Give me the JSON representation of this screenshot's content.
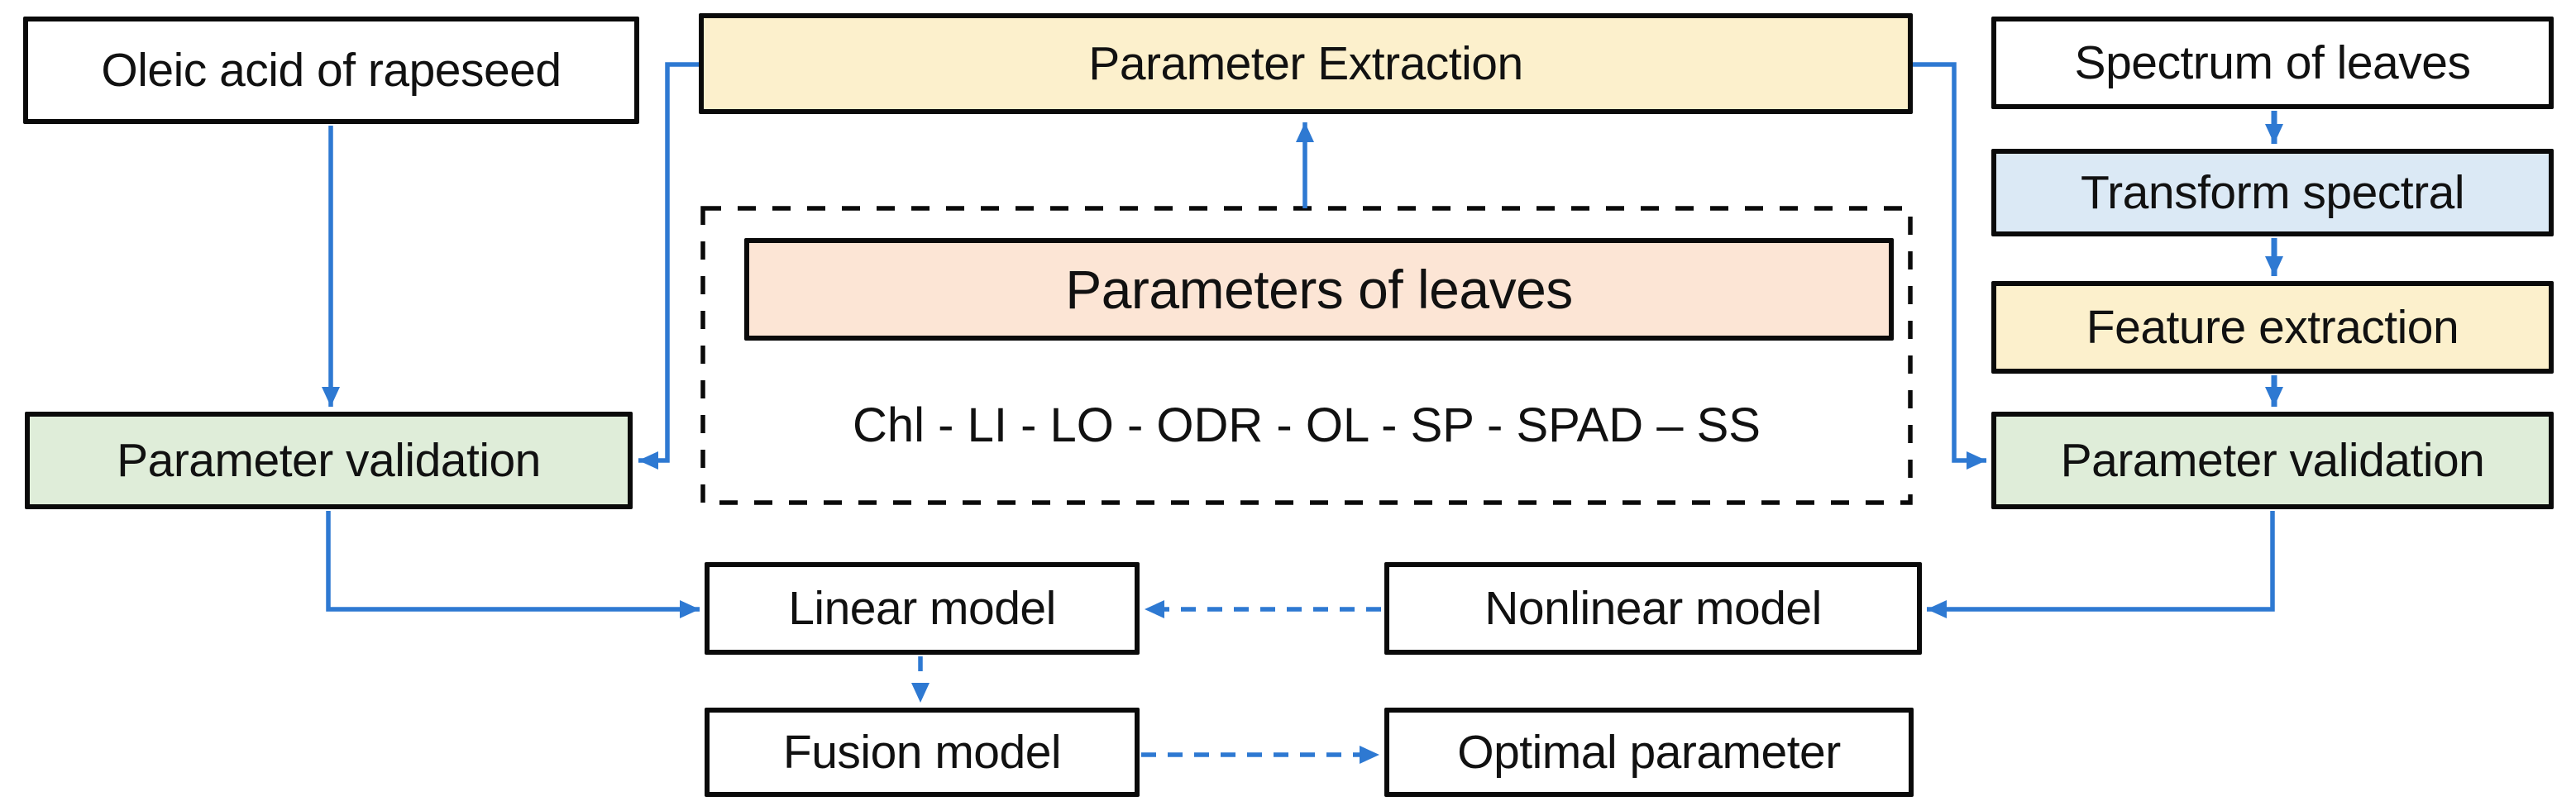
{
  "colors": {
    "arrow_blue": "#2E79D2",
    "cream": "#FCF0CC",
    "salmon": "#FCE5D5",
    "green": "#DFEDD9",
    "light_blue": "#DBE9F5",
    "border_black": "#0A0A0A",
    "background": "#FFFFFF"
  },
  "boxes": {
    "oleic": {
      "label": "Oleic acid of rapeseed",
      "fill": "white"
    },
    "parameter_extraction": {
      "label": "Parameter Extraction",
      "fill": "cream"
    },
    "spectrum": {
      "label": "Spectrum of leaves",
      "fill": "white"
    },
    "transform": {
      "label": "Transform spectral",
      "fill": "light_blue"
    },
    "feature": {
      "label": "Feature extraction",
      "fill": "cream"
    },
    "validation_left": {
      "label": "Parameter validation",
      "fill": "green"
    },
    "validation_right": {
      "label": "Parameter validation",
      "fill": "green"
    },
    "parameters_of_leaves": {
      "label": "Parameters of leaves",
      "fill": "salmon"
    },
    "leaf_parameter_list": {
      "label": "Chl - LI - LO - ODR - OL - SP - SPAD – SS"
    },
    "linear_model": {
      "label": "Linear model",
      "fill": "white"
    },
    "nonlinear_model": {
      "label": "Nonlinear model",
      "fill": "white"
    },
    "fusion_model": {
      "label": "Fusion model",
      "fill": "white"
    },
    "optimal_parameter": {
      "label": "Optimal parameter",
      "fill": "white"
    }
  },
  "edges": [
    {
      "from": "oleic",
      "to": "validation_left",
      "style": "solid"
    },
    {
      "from": "parameter_extraction",
      "to": "validation_left",
      "style": "solid",
      "shape": "elbow"
    },
    {
      "from": "leaf_parameters_group",
      "to": "parameter_extraction",
      "style": "solid"
    },
    {
      "from": "parameter_extraction",
      "to": "validation_right",
      "style": "solid",
      "shape": "elbow"
    },
    {
      "from": "spectrum",
      "to": "transform",
      "style": "solid"
    },
    {
      "from": "transform",
      "to": "feature",
      "style": "solid"
    },
    {
      "from": "feature",
      "to": "validation_right",
      "style": "solid"
    },
    {
      "from": "validation_left",
      "to": "linear_model",
      "style": "solid",
      "shape": "elbow"
    },
    {
      "from": "validation_right",
      "to": "nonlinear_model",
      "style": "solid",
      "shape": "elbow"
    },
    {
      "from": "nonlinear_model",
      "to": "linear_model",
      "style": "dashed"
    },
    {
      "from": "linear_model",
      "to": "fusion_model",
      "style": "dashed"
    },
    {
      "from": "fusion_model",
      "to": "optimal_parameter",
      "style": "dashed"
    }
  ]
}
